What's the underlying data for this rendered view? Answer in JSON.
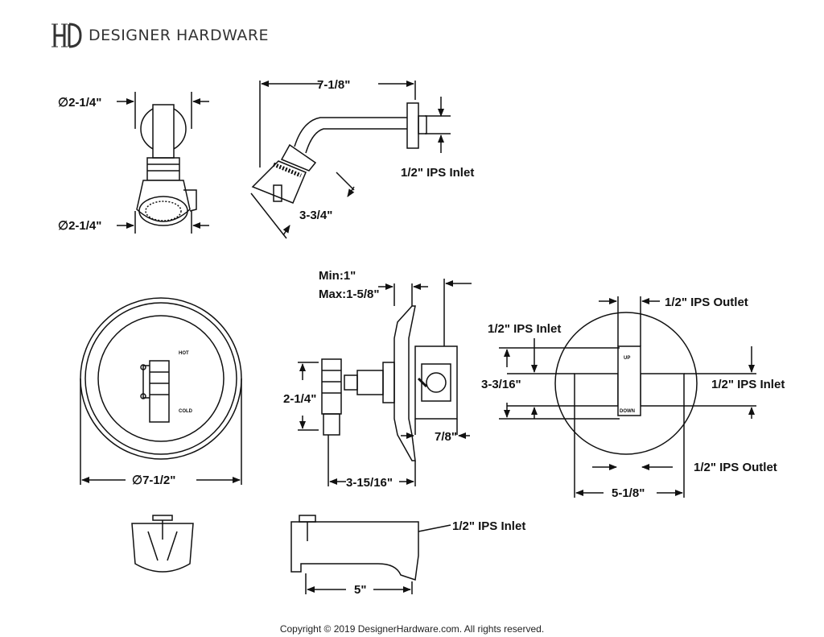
{
  "brand": {
    "name": "DESIGNER HARDWARE",
    "logo_letters": "HD"
  },
  "shower_head_front": {
    "top_diameter": "∅2-1/4\"",
    "bottom_diameter": "∅2-1/4\""
  },
  "shower_arm_side": {
    "length": "7-1/8\"",
    "inlet": "1/2\" IPS Inlet",
    "head_depth": "3-3/4\""
  },
  "trim_plate_front": {
    "hot_label": "HOT",
    "cold_label": "COLD",
    "diameter": "∅7-1/2\""
  },
  "valve_side": {
    "min_depth": "Min:1\"",
    "max_depth": "Max:1-5/8\"",
    "handle_height": "2-1/4\"",
    "body_depth": "7/8\"",
    "projection": "3-15/16\""
  },
  "valve_back": {
    "inlet_top": "1/2\" IPS Inlet",
    "outlet_top": "1/2\" IPS Outlet",
    "inlet_right": "1/2\" IPS Inlet",
    "outlet_bottom": "1/2\" IPS Outlet",
    "height": "3-3/16\"",
    "width": "5-1/8\"",
    "up_label": "UP",
    "down_label": "DOWN"
  },
  "tub_spout": {
    "inlet": "1/2\" IPS Inlet",
    "length": "5\""
  },
  "footer": {
    "copyright": "Copyright © 2019 DesignerHardware.com. All rights reserved."
  }
}
